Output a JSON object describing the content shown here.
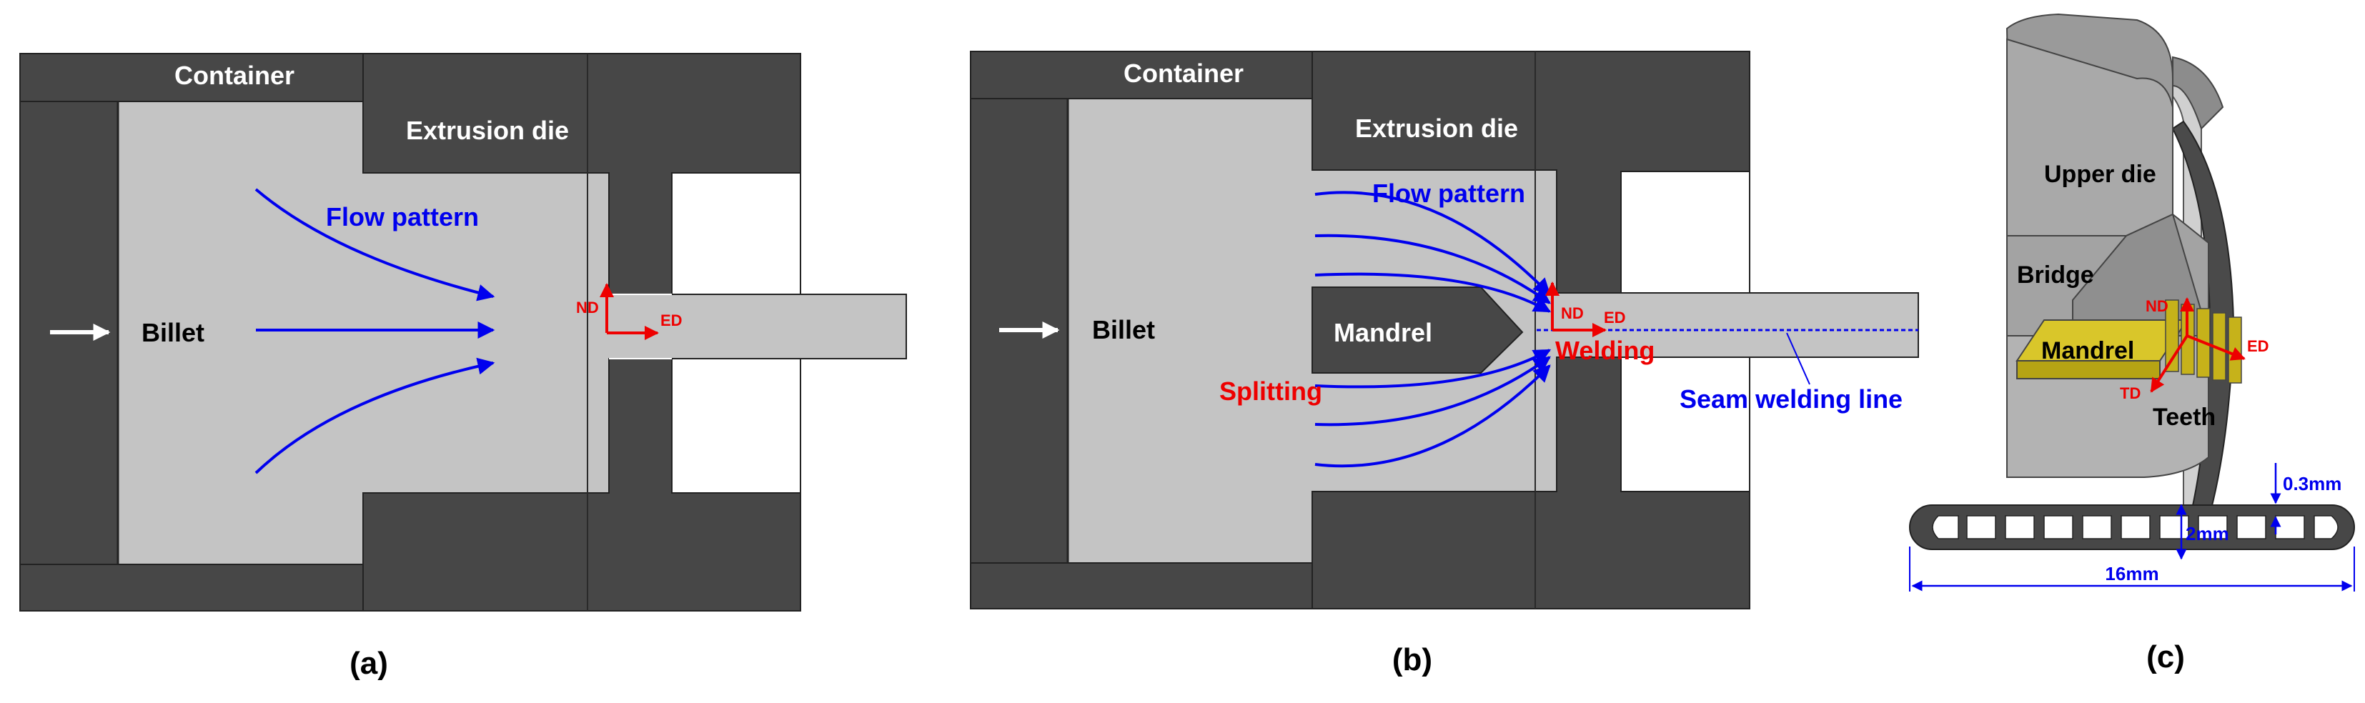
{
  "colors": {
    "die": "#474747",
    "billet": "#c4c4c4",
    "background": "#ffffff",
    "flow": "#0000ee",
    "red": "#ee0000",
    "tooth_yellow": "#c6b21a",
    "die_gray": "#bdbdbd"
  },
  "panel_a": {
    "container_label": "Container",
    "die_label": "Extrusion die",
    "flow_label": "Flow pattern",
    "billet_label": "Billet",
    "axis_nd": "ND",
    "axis_ed": "ED",
    "caption": "(a)"
  },
  "panel_b": {
    "container_label": "Container",
    "die_label": "Extrusion die",
    "flow_label": "Flow pattern",
    "billet_label": "Billet",
    "mandrel_label": "Mandrel",
    "splitting_label": "Splitting",
    "welding_label": "Welding",
    "seam_label": "Seam welding line",
    "axis_nd": "ND",
    "axis_ed": "ED",
    "caption": "(b)"
  },
  "panel_c": {
    "upper_die_label": "Upper die",
    "bridge_label": "Bridge",
    "mandrel_label": "Mandrel",
    "teeth_label": "Teeth",
    "axis_nd": "ND",
    "axis_ed": "ED",
    "axis_td": "TD",
    "dim_wall": "0.3mm",
    "dim_height": "2mm",
    "dim_width": "16mm",
    "caption": "(c)"
  }
}
